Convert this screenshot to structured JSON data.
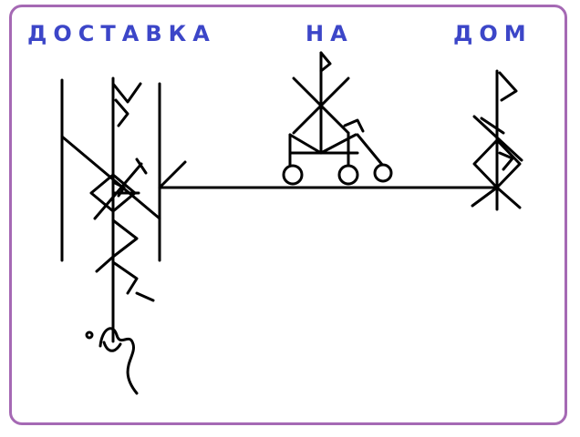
{
  "title": {
    "word1": "ДОСТАВКА",
    "word2": "НА",
    "word3": "ДОМ",
    "color": "#3c46c8"
  },
  "frame": {
    "border_color": "#a569b4"
  },
  "drawing": {
    "stroke_color": "#000000",
    "icons": [
      "rune-stave-left-icon",
      "baby-stroller-rune-icon",
      "house-rune-icon",
      "signature-squiggle-icon"
    ]
  }
}
